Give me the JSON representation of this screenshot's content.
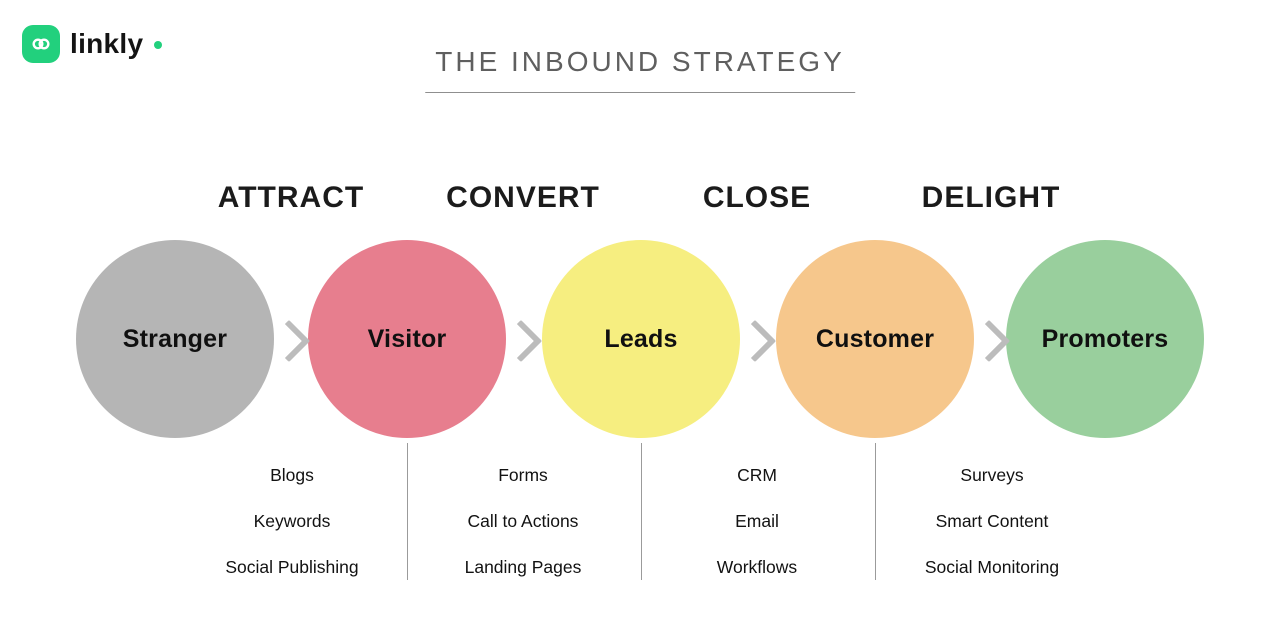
{
  "brand": {
    "name": "linkly",
    "accent_color": "#22d07d"
  },
  "header": {
    "title": "THE INBOUND STRATEGY"
  },
  "funnel": {
    "circles": [
      {
        "label": "Stranger",
        "color": "#b5b5b5"
      },
      {
        "label": "Visitor",
        "color": "#e77e8e"
      },
      {
        "label": "Leads",
        "color": "#f6ee80"
      },
      {
        "label": "Customer",
        "color": "#f6c78c"
      },
      {
        "label": "Promoters",
        "color": "#99cf9d"
      }
    ],
    "arrow_color": "#bcbcbc"
  },
  "stages": [
    {
      "label": "ATTRACT",
      "items": [
        "Blogs",
        "Keywords",
        "Social Publishing"
      ]
    },
    {
      "label": "CONVERT",
      "items": [
        "Forms",
        "Call to Actions",
        "Landing Pages"
      ]
    },
    {
      "label": "CLOSE",
      "items": [
        "CRM",
        "Email",
        "Workflows"
      ]
    },
    {
      "label": "DELIGHT",
      "items": [
        "Surveys",
        "Smart Content",
        "Social Monitoring"
      ]
    }
  ]
}
